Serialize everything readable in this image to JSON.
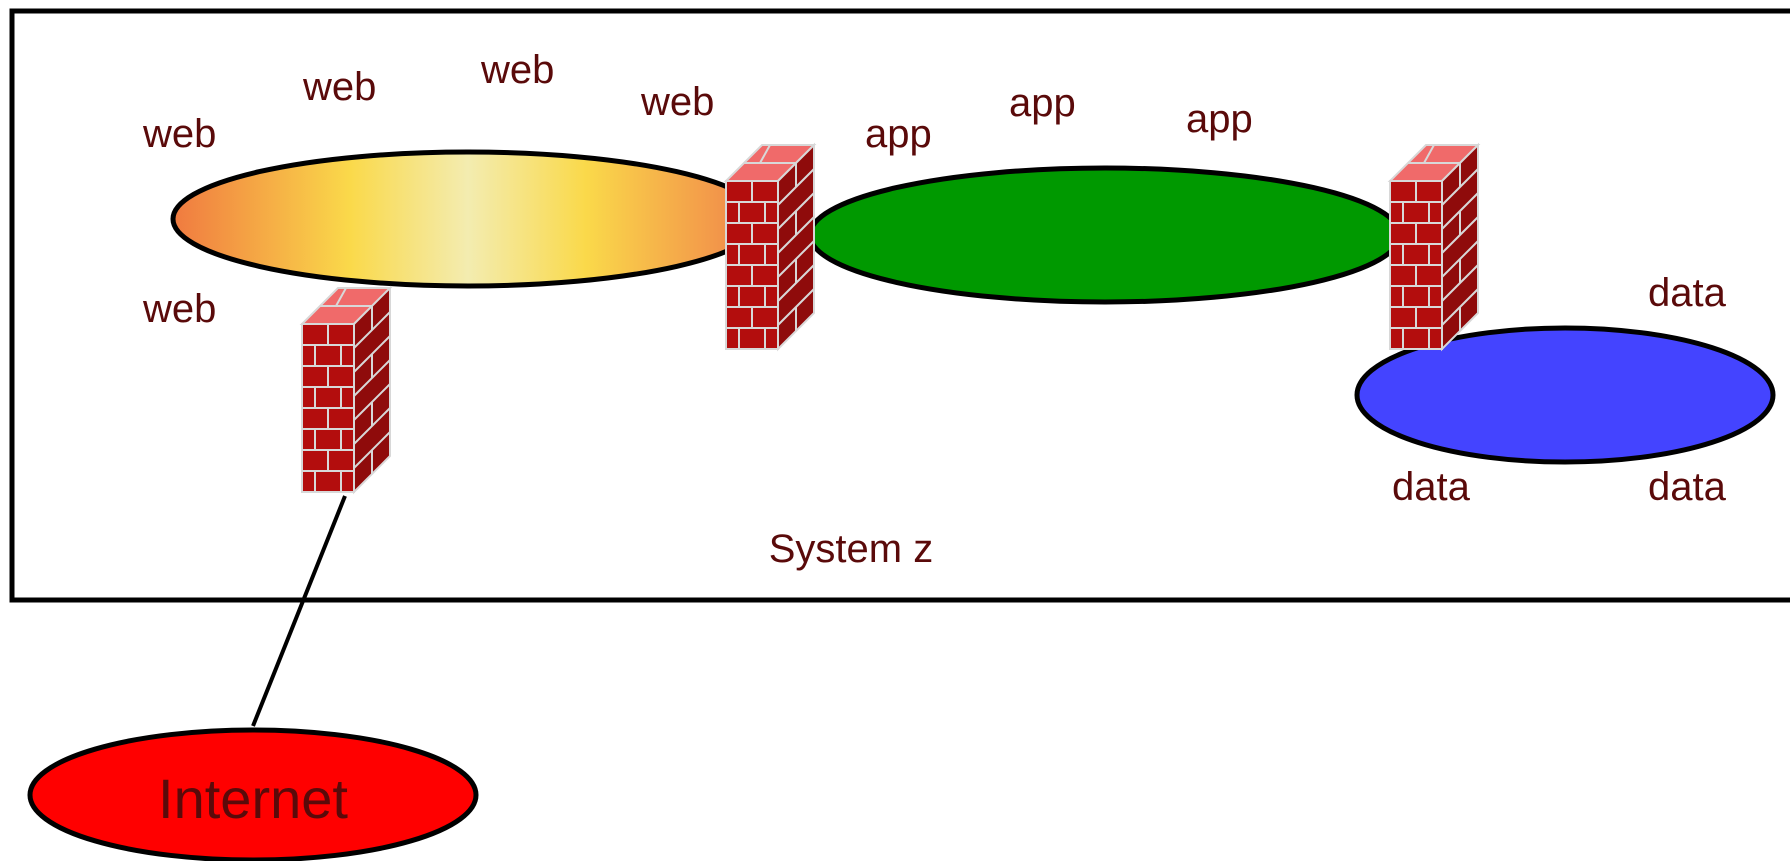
{
  "system_label": "System z",
  "web_labels": [
    "web",
    "web",
    "web",
    "web",
    "web"
  ],
  "app_labels": [
    "app",
    "app",
    "app"
  ],
  "data_labels": [
    "data",
    "data",
    "data"
  ],
  "internet_label": "Internet",
  "colors": {
    "web_ring_edge": "#f0904a",
    "web_ring_mid": "#fad94a",
    "web_ring_center": "#f3ecb0",
    "app_ring": "#009900",
    "data_ring": "#4444ff",
    "internet": "#ff0000",
    "label_text": "#5a0a0a",
    "brick": "#b30d0d",
    "brick_top": "#f06a6a",
    "mortar": "#d8d8d8"
  },
  "icons": [
    "firewall-icon",
    "firewall-icon",
    "firewall-icon",
    "firewall-icon"
  ]
}
